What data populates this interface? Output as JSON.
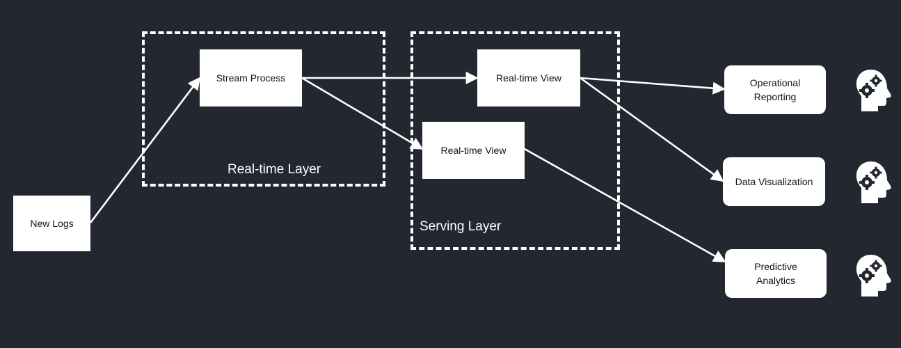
{
  "nodes": {
    "new_logs": "New Logs",
    "stream_process": "Stream Process",
    "realtime_view_top": "Real-time View",
    "realtime_view_bottom": "Real-time View",
    "operational_reporting": "Operational\nReporting",
    "data_visualization": "Data Visualization",
    "predictive_analytics": "Predictive\nAnalytics"
  },
  "layers": {
    "realtime_layer": "Real-time Layer",
    "serving_layer": "Serving Layer"
  },
  "icons": {
    "consumer_icon": "head-gears-icon"
  },
  "colors": {
    "background": "#232830",
    "foreground": "#ffffff"
  }
}
